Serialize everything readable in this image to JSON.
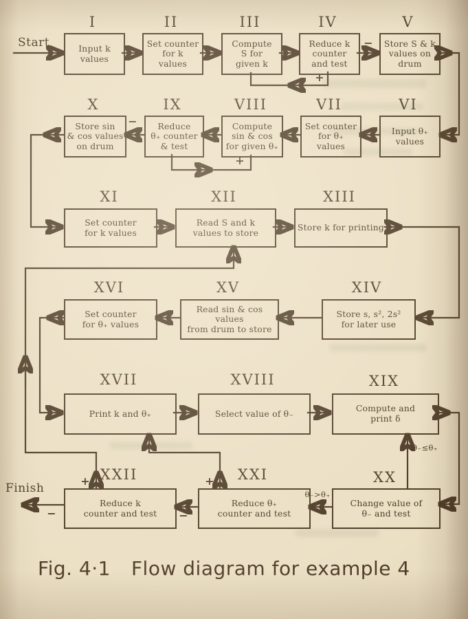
{
  "page": {
    "paper_color": "#ebdfc4",
    "ink_color": "#4c3a26",
    "caption_figure": "Fig. 4·1",
    "caption_title": "Flow diagram for example 4"
  },
  "terminals": {
    "start": "Start",
    "finish": "Finish"
  },
  "edge_labels": {
    "minus_k_test": "−",
    "plus_k_loop": "+",
    "minus_theta_test": "−",
    "plus_theta_loop": "+",
    "theta_le": "θ₋≤θ₊",
    "theta_gt": "θ₋>θ₊",
    "plus_xxi_loop": "+",
    "plus_xxii_loop": "+",
    "minus_xxi_to_xxii": "−",
    "minus_to_finish": "−"
  },
  "boxes": [
    {
      "numeral": "I",
      "label": "Input k\nvalues"
    },
    {
      "numeral": "II",
      "label": "Set counter\nfor k\nvalues"
    },
    {
      "numeral": "III",
      "label": "Compute\nS for\ngiven k"
    },
    {
      "numeral": "IV",
      "label": "Reduce k\ncounter\nand test"
    },
    {
      "numeral": "V",
      "label": "Store S & k\nvalues on\ndrum"
    },
    {
      "numeral": "VI",
      "label": "Input θ₊\nvalues"
    },
    {
      "numeral": "VII",
      "label": "Set counter\nfor θ₊\nvalues"
    },
    {
      "numeral": "VIII",
      "label": "Compute\nsin & cos\nfor given θ₊"
    },
    {
      "numeral": "IX",
      "label": "Reduce\nθ₊ counter\n& test"
    },
    {
      "numeral": "X",
      "label": "Store sin\n& cos values\non drum"
    },
    {
      "numeral": "XI",
      "label": "Set counter\nfor k values"
    },
    {
      "numeral": "XII",
      "label": "Read S and k\nvalues to store"
    },
    {
      "numeral": "XIII",
      "label": "Store k for printing"
    },
    {
      "numeral": "XIV",
      "label": "Store s, s², 2s²\nfor later use"
    },
    {
      "numeral": "XV",
      "label": "Read sin & cos values\nfrom drum to store"
    },
    {
      "numeral": "XVI",
      "label": "Set counter\nfor θ₊ values"
    },
    {
      "numeral": "XVII",
      "label": "Print  k and θ₊"
    },
    {
      "numeral": "XVIII",
      "label": "Select value of θ₋"
    },
    {
      "numeral": "XIX",
      "label": "Compute and\nprint δ"
    },
    {
      "numeral": "XX",
      "label": "Change value of\nθ₋ and test"
    },
    {
      "numeral": "XXI",
      "label": "Reduce θ₊\ncounter and test"
    },
    {
      "numeral": "XXII",
      "label": "Reduce k\ncounter and test"
    }
  ]
}
